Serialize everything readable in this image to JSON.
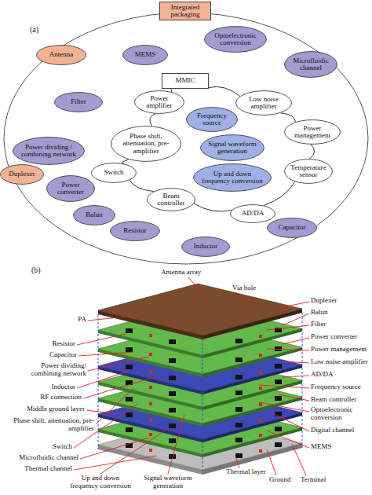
{
  "diagram": {
    "nodes": [
      {
        "text": [
          "Integrated packaging"
        ]
      },
      {
        "text": [
          "Optoelectronic conversion"
        ]
      },
      {
        "text": [
          "Antenna"
        ]
      },
      {
        "text": [
          "MEMS"
        ]
      },
      {
        "text": [
          "Microfluidic channel"
        ]
      },
      {
        "text": [
          "MMIC"
        ]
      },
      {
        "text": [
          "Filter"
        ]
      },
      {
        "text": [
          "Power amplifier"
        ]
      },
      {
        "text": [
          "Low noise amplifier"
        ]
      },
      {
        "text": [
          "Frequency source"
        ]
      },
      {
        "text": [
          "Power management"
        ]
      },
      {
        "text": [
          "Phase shift, attenuation, pre-amplifier"
        ]
      },
      {
        "text": [
          "Signal waveform generation"
        ]
      },
      {
        "text": [
          "Power dividing / combining network"
        ]
      },
      {
        "text": [
          "Duplexer"
        ]
      },
      {
        "text": [
          "Switch"
        ]
      },
      {
        "text": [
          "Up and down frequency conversion"
        ]
      },
      {
        "text": [
          "Temperature sensor"
        ]
      },
      {
        "text": [
          "Power converter"
        ]
      },
      {
        "text": [
          "Beam controller"
        ]
      },
      {
        "text": [
          "Balun"
        ]
      },
      {
        "text": [
          "AD/DA"
        ]
      },
      {
        "text": [
          "Resistor"
        ]
      },
      {
        "text": [
          "Capacitor"
        ]
      },
      {
        "text": [
          "Inductor"
        ]
      }
    ],
    "edges": [
      {
        "from": 5,
        "to": 8,
        "arrow": "none"
      },
      {
        "from": 8,
        "to": 10,
        "arrow": "none"
      },
      {
        "from": 10,
        "to": 17,
        "arrow": "none"
      },
      {
        "from": 17,
        "to": 21,
        "arrow": "none"
      },
      {
        "from": 21,
        "to": 19,
        "arrow": "none"
      },
      {
        "from": 19,
        "to": 15,
        "arrow": "none"
      },
      {
        "from": 15,
        "to": 11,
        "arrow": "none"
      },
      {
        "from": 11,
        "to": 7,
        "arrow": "none"
      },
      {
        "from": 7,
        "to": 5,
        "arrow": "none"
      }
    ],
    "labels": [
      "(a)",
      "(b)",
      "Antenna array",
      "Via hole",
      "Duplexer",
      "Balun",
      "Filter",
      "Power converter",
      "Power management",
      "Low noise amplifier",
      "AD/DA",
      "Frequency source",
      "Beam controller",
      "Optoelectronic conversion",
      "Digital channel",
      "MEMS",
      "PA",
      "Resistor",
      "Capacitor",
      "Power dividing/ combining network",
      "Inductor",
      "RF connection",
      "Middle ground layer",
      "Phase shift, attenuation, pre-amplifier",
      "Switch",
      "Microfluidic channel",
      "Thermal channel",
      "Up and down frequency conversion",
      "Signal waveform generation",
      "Thermal layer",
      "Ground",
      "Terminal"
    ]
  }
}
